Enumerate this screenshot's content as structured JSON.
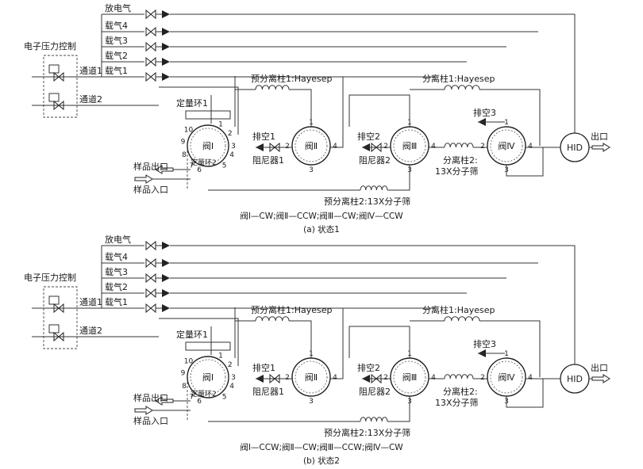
{
  "states": [
    {
      "gases": [
        "放电气",
        "载气4",
        "载气3",
        "载气2",
        "载气1"
      ],
      "epc": "电子压力控制",
      "channel1": "通道1",
      "channel2": "通道2",
      "loop1": "定量环1",
      "loop2": "定量环2",
      "valve1": "阀Ⅰ",
      "valve2": "阀Ⅱ",
      "valve3": "阀Ⅲ",
      "valve4": "阀Ⅳ",
      "sample_out": "样品出口",
      "sample_in": "样品入口",
      "vent1": "排空1",
      "vent2": "排空2",
      "vent3": "排空3",
      "damper1": "阻尼器1",
      "damper2": "阻尼器2",
      "precol1": "预分离柱1:Hayesep",
      "precol2": "预分离柱2:13X分子筛",
      "col1": "分离柱1:Hayesep",
      "col2_a": "分离柱2:",
      "col2_b": "13X分子筛",
      "detector": "HID",
      "outlet": "出口",
      "state_line": "阀Ⅰ—CW;阀Ⅱ—CCW;阀Ⅲ—CW;阀Ⅳ—CCW",
      "caption": "(a) 状态1",
      "ports_v1": [
        "1",
        "2",
        "3",
        "4",
        "5",
        "6",
        "7",
        "8",
        "9",
        "10"
      ],
      "ports_v2": [
        "1",
        "2",
        "3",
        "4"
      ],
      "ports_v3": [
        "1",
        "2",
        "3",
        "4"
      ],
      "ports_v4": [
        "1",
        "2",
        "3",
        "4"
      ]
    },
    {
      "gases": [
        "放电气",
        "载气4",
        "载气3",
        "载气2",
        "载气1"
      ],
      "epc": "电子压力控制",
      "channel1": "通道1",
      "channel2": "通道2",
      "loop1": "定量环1",
      "loop2": "定量环2",
      "valve1": "阀Ⅰ",
      "valve2": "阀Ⅱ",
      "valve3": "阀Ⅲ",
      "valve4": "阀Ⅳ",
      "sample_out": "样品出口",
      "sample_in": "样品入口",
      "vent1": "排空1",
      "vent2": "排空2",
      "vent3": "排空3",
      "damper1": "阻尼器1",
      "damper2": "阻尼器2",
      "precol1": "预分离柱1:Hayesep",
      "precol2": "预分离柱2:13X分子筛",
      "col1": "分离柱1:Hayesep",
      "col2_a": "分离柱2:",
      "col2_b": "13X分子筛",
      "detector": "HID",
      "outlet": "出口",
      "state_line": "阀Ⅰ—CCW;阀Ⅱ—CW;阀Ⅲ—CCW;阀Ⅳ—CW",
      "caption": "(b) 状态2",
      "ports_v1": [
        "1",
        "2",
        "3",
        "4",
        "5",
        "6",
        "7",
        "8",
        "9",
        "10"
      ],
      "ports_v2": [
        "1",
        "2",
        "3",
        "4"
      ],
      "ports_v3": [
        "1",
        "2",
        "3",
        "4"
      ],
      "ports_v4": [
        "1",
        "2",
        "3",
        "4"
      ]
    }
  ]
}
